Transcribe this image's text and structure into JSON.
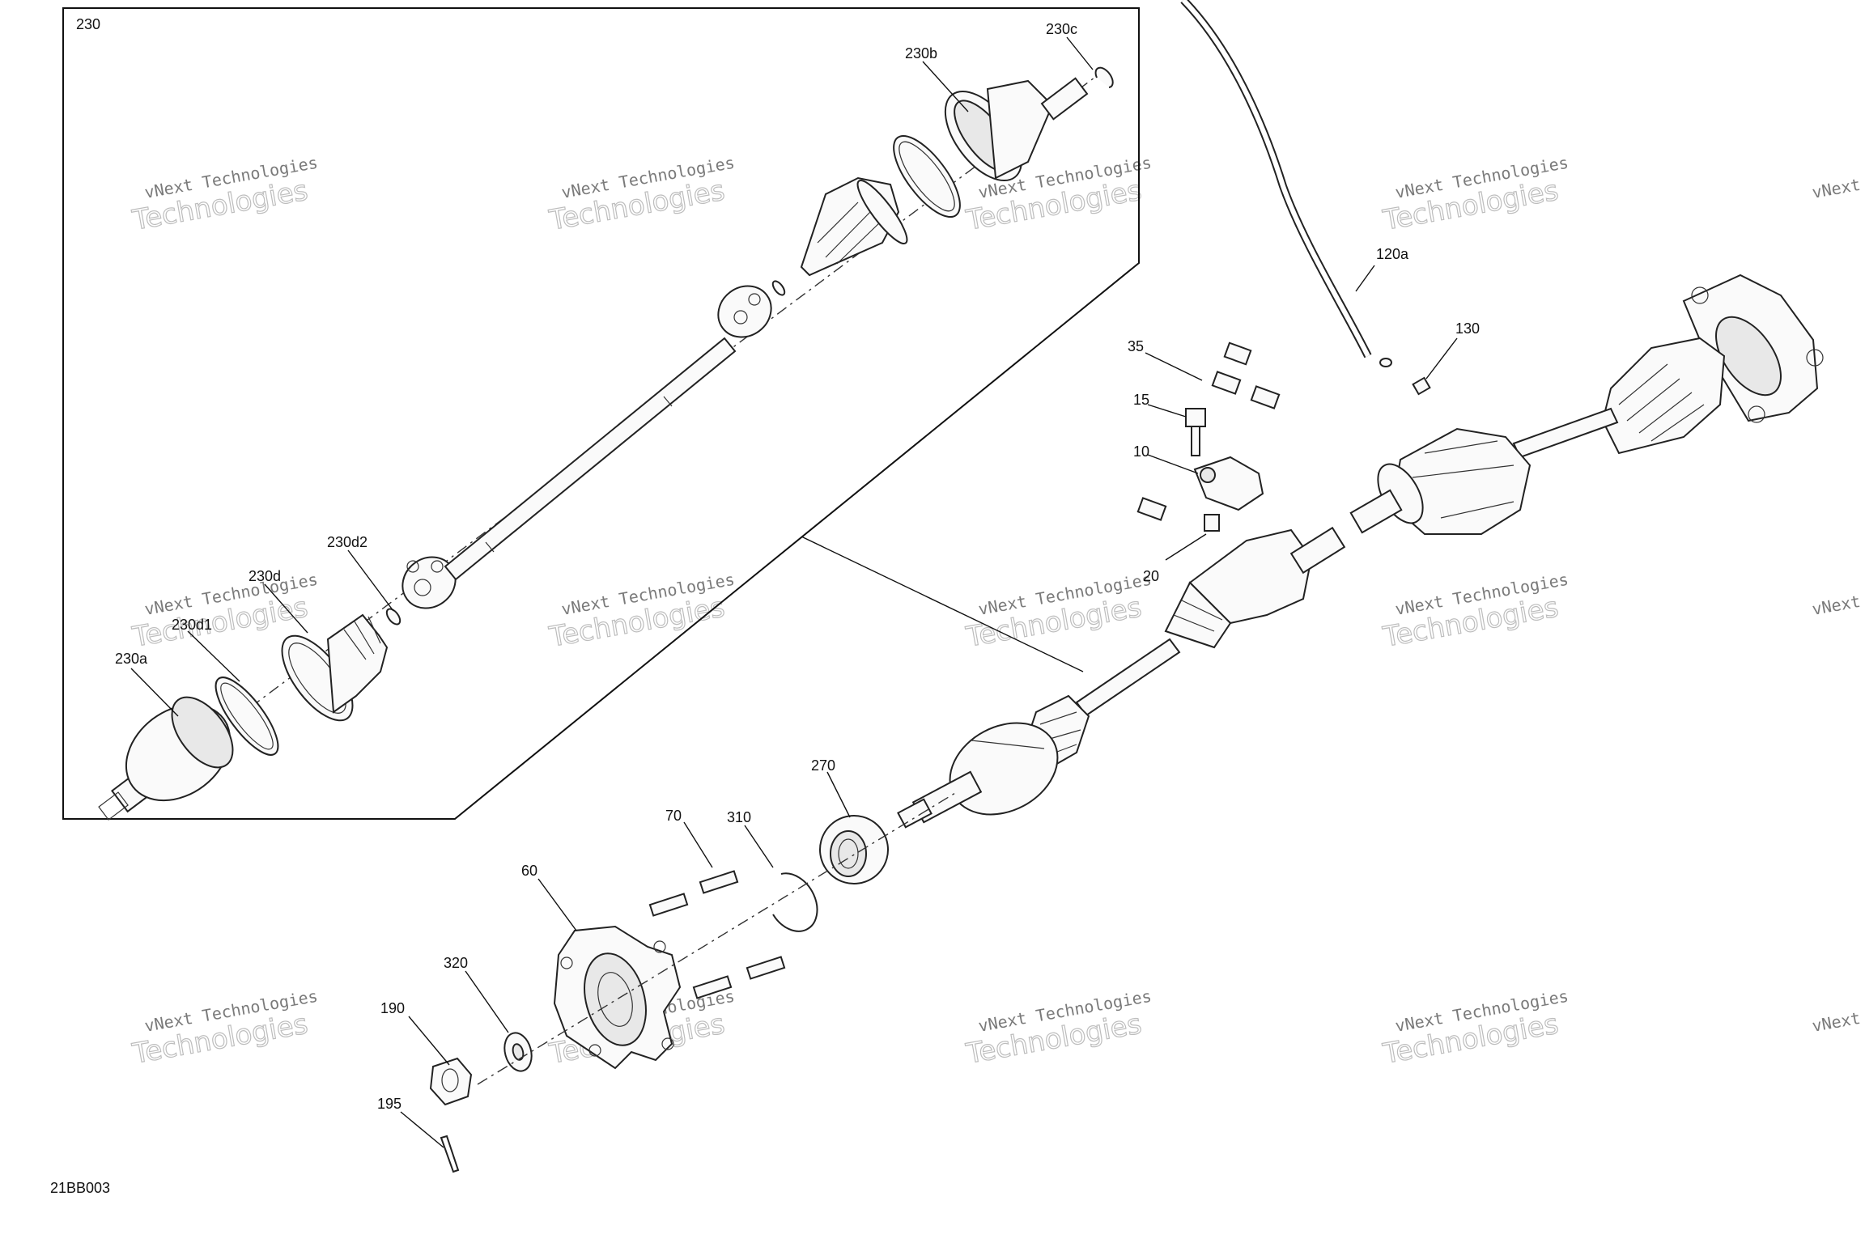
{
  "drawing_code": "21BB003",
  "inset_label": "230",
  "watermark": {
    "line1": "vNext Technologies",
    "line2": "Technologies"
  },
  "callouts": {
    "c230a": "230a",
    "c230b": "230b",
    "c230c": "230c",
    "c230d": "230d",
    "c230d1": "230d1",
    "c230d2": "230d2",
    "c10": "10",
    "c15": "15",
    "c20": "20",
    "c35": "35",
    "c60": "60",
    "c70": "70",
    "c120a": "120a",
    "c130": "130",
    "c190": "190",
    "c195": "195",
    "c270": "270",
    "c310": "310",
    "c320": "320"
  }
}
